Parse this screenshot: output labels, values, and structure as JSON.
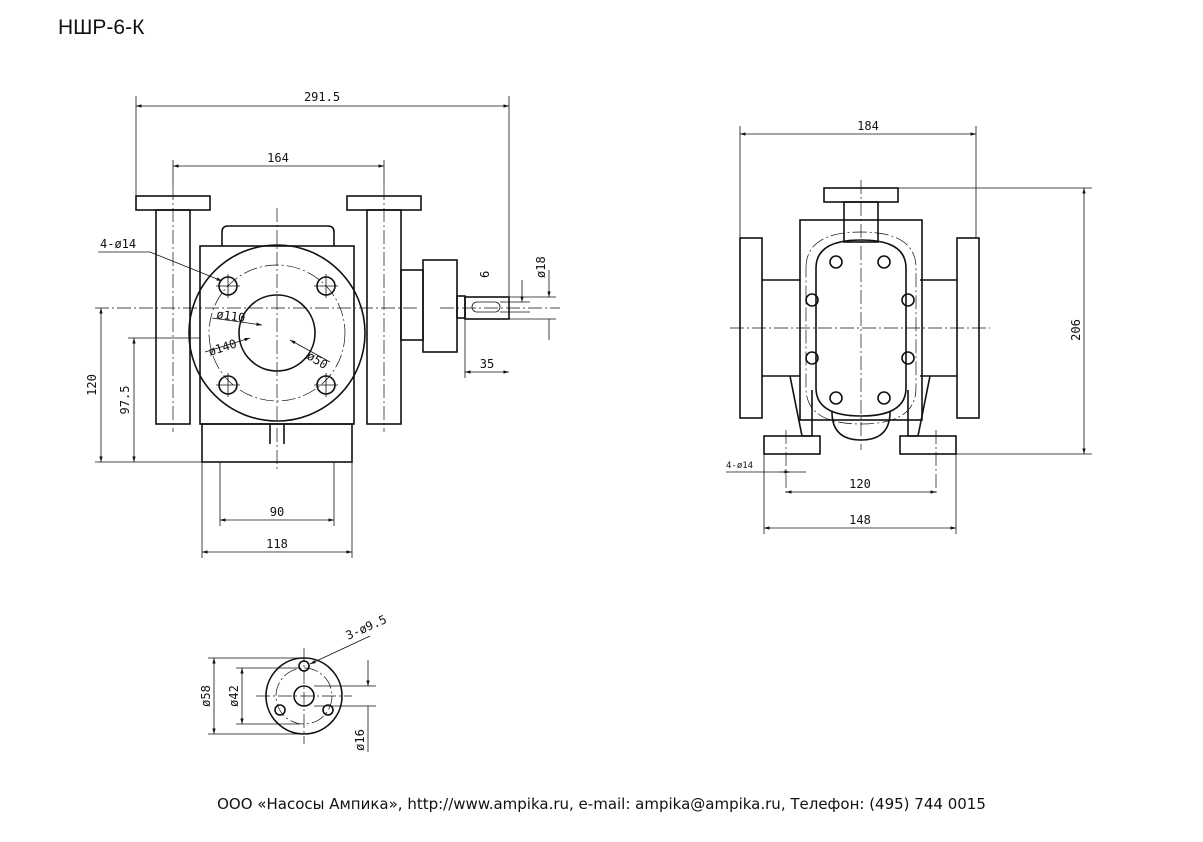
{
  "title": "НШР-6-К",
  "footer": "ООО «Насосы Ампика», http://www.ampika.ru, e-mail: ampika@ampika.ru, Телефон: (495) 744 0015",
  "front_view": {
    "dims": {
      "overall_length": "291.5",
      "port_spacing": "164",
      "holes": "4-ø14",
      "bolt_circle": "ø110",
      "flange": "ø140",
      "bore": "ø50",
      "height": "120",
      "center_height": "97.5",
      "base_inner": "90",
      "base_outer": "118",
      "key_width": "6",
      "shaft_dia": "ø18",
      "shaft_len": "35"
    }
  },
  "side_view": {
    "dims": {
      "width": "184",
      "height": "206",
      "holes": "4-ø14",
      "base_inner": "120",
      "base_outer": "148"
    }
  },
  "flange_view": {
    "dims": {
      "holes": "3-ø9.5",
      "outer": "ø58",
      "bolt_circle": "ø42",
      "bore": "ø16"
    }
  }
}
